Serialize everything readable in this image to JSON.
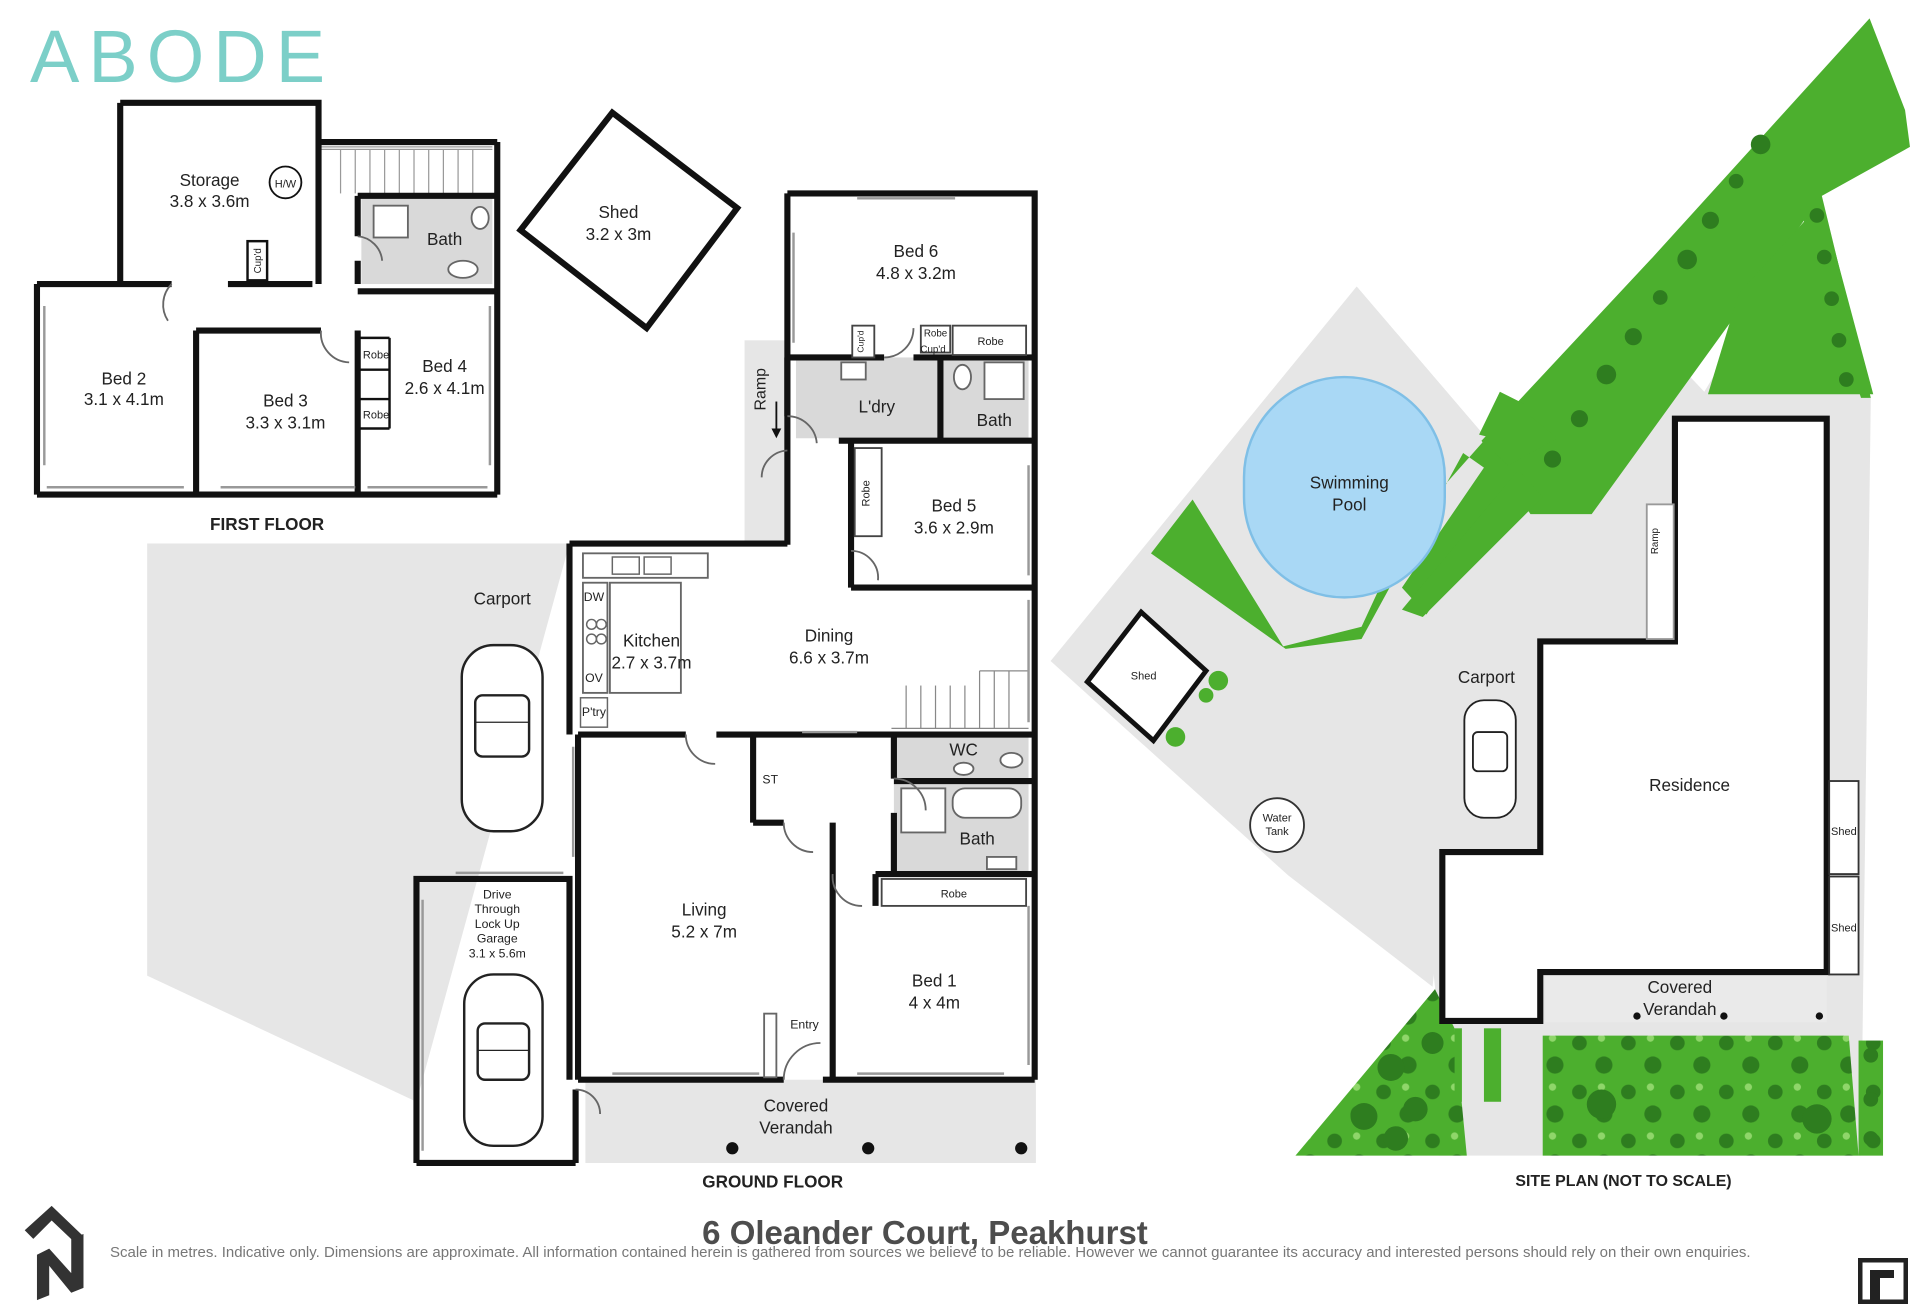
{
  "brand": "ABODE",
  "address": "6 Oleander Court, Peakhurst",
  "disclaimer": "Scale in metres. Indicative only. Dimensions are approximate. All information contained herein is gathered from sources we believe to be reliable. However we cannot guarantee its accuracy and interested persons should rely on their own enquiries.",
  "captions": {
    "first_floor": "FIRST FLOOR",
    "ground_floor": "GROUND FLOOR",
    "site_plan": "SITE PLAN (NOT TO SCALE)"
  },
  "first_floor": {
    "storage": {
      "name": "Storage",
      "dims": "3.8 x 3.6m"
    },
    "hw": "H/W",
    "cupd": "Cup'd",
    "bath": "Bath",
    "bed2": {
      "name": "Bed 2",
      "dims": "3.1 x 4.1m"
    },
    "bed3": {
      "name": "Bed 3",
      "dims": "3.3 x 3.1m"
    },
    "bed4": {
      "name": "Bed 4",
      "dims": "2.6 x 4.1m"
    },
    "robe": "Robe"
  },
  "shed": {
    "name": "Shed",
    "dims": "3.2 x 3m"
  },
  "ground_floor": {
    "bed6": {
      "name": "Bed 6",
      "dims": "4.8 x 3.2m"
    },
    "robe": "Robe",
    "cupd": "Cup'd",
    "ramp": "Ramp",
    "laundry": "L'dry",
    "bath": "Bath",
    "bed5": {
      "name": "Bed 5",
      "dims": "3.6 x 2.9m"
    },
    "carport": "Carport",
    "dw": "DW",
    "ov": "OV",
    "pantry": "P'try",
    "kitchen": {
      "name": "Kitchen",
      "dims": "2.7 x 3.7m"
    },
    "dining": {
      "name": "Dining",
      "dims": "6.6 x 3.7m"
    },
    "wc": "WC",
    "st": "ST",
    "bath2": "Bath",
    "living": {
      "name": "Living",
      "dims": "5.2 x 7m"
    },
    "bed1": {
      "name": "Bed 1",
      "dims": "4 x 4m"
    },
    "entry": "Entry",
    "verandah_1": "Covered",
    "verandah_2": "Verandah",
    "garage": [
      "Drive",
      "Through",
      "Lock Up",
      "Garage",
      "3.1 x 5.6m"
    ]
  },
  "site_plan": {
    "pool_1": "Swimming",
    "pool_2": "Pool",
    "shed": "Shed",
    "water_tank_1": "Water",
    "water_tank_2": "Tank",
    "carport": "Carport",
    "residence": "Residence",
    "ramp": "Ramp",
    "shed_a": "Shed",
    "shed_b": "Shed",
    "verandah_1": "Covered",
    "verandah_2": "Verandah"
  },
  "colors": {
    "brand": "#7ccfc8",
    "wall": "#111111",
    "wet_area": "#d9d9d9",
    "paving": "#e6e6e6",
    "lawn": "#4caf2e",
    "pool": "#a9d8f5"
  }
}
